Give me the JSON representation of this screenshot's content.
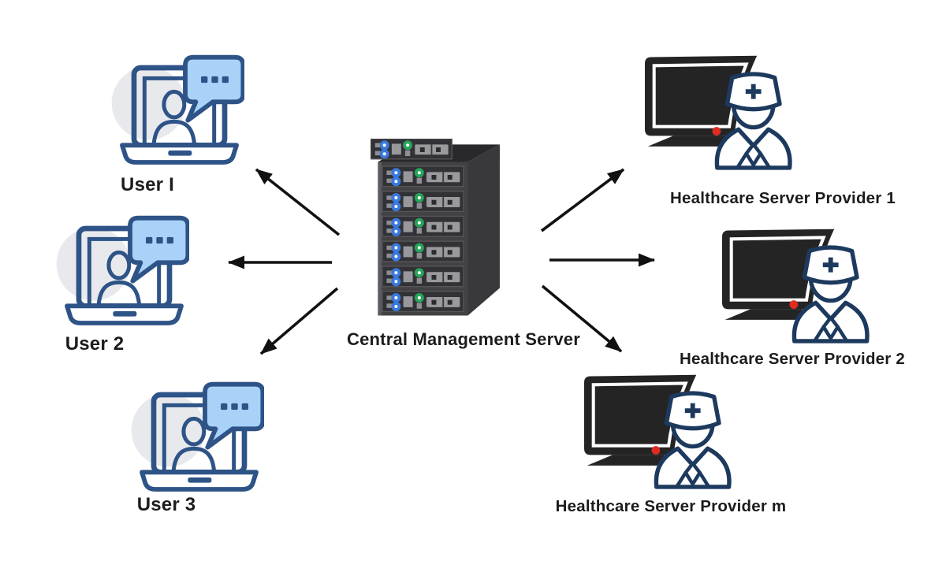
{
  "diagram": {
    "type": "network-architecture",
    "central_server": {
      "id": "central-management-server",
      "label": "Central Management Server",
      "icon": "server-rack-icon"
    },
    "users": [
      {
        "id": "user-1",
        "label": "User I",
        "icon": "laptop-video-chat-icon"
      },
      {
        "id": "user-2",
        "label": "User 2",
        "icon": "laptop-video-chat-icon"
      },
      {
        "id": "user-3",
        "label": "User 3",
        "icon": "laptop-video-chat-icon"
      }
    ],
    "providers": [
      {
        "id": "provider-1",
        "label": "Healthcare Server Provider 1",
        "icon": "monitor-medic-icon"
      },
      {
        "id": "provider-2",
        "label": "Healthcare Server Provider 2",
        "icon": "monitor-medic-icon"
      },
      {
        "id": "provider-m",
        "label": "Healthcare Server Provider m",
        "icon": "monitor-medic-icon"
      }
    ],
    "edges": [
      {
        "from": "central-management-server",
        "to": "user-1"
      },
      {
        "from": "central-management-server",
        "to": "user-2"
      },
      {
        "from": "central-management-server",
        "to": "user-3"
      },
      {
        "from": "central-management-server",
        "to": "provider-1"
      },
      {
        "from": "central-management-server",
        "to": "provider-2"
      },
      {
        "from": "central-management-server",
        "to": "provider-m"
      }
    ],
    "colors": {
      "background": "#ffffff",
      "arrow": "#111111",
      "label_text": "#1c1c1c",
      "laptop_outline_navy": "#2e5387",
      "chat_bubble_fill": "#a9d2f8",
      "user_backdrop_gray": "#e8e9ec",
      "medic_outline_navy": "#1d3a5e",
      "monitor_black": "#242424",
      "power_led_red": "#df2b20",
      "rack_body_gray": "#424245",
      "rack_port_blue": "#3a79dd",
      "rack_led_green": "#27a45b"
    }
  }
}
